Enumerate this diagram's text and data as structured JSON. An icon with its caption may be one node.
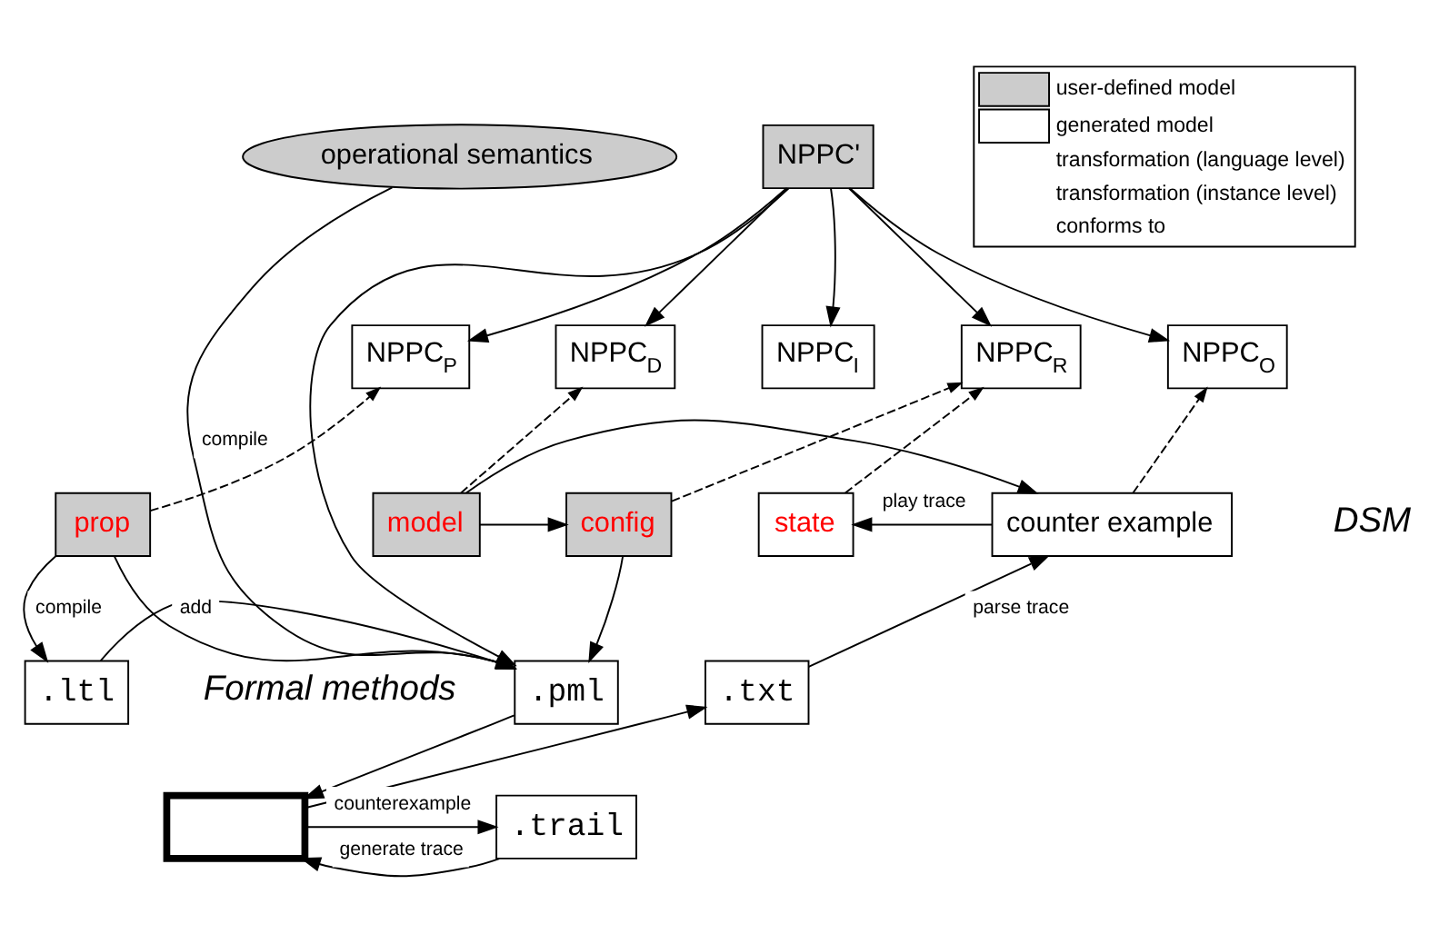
{
  "diagram": {
    "nodes": [
      {
        "text": [
          "operational semantics"
        ]
      },
      {
        "text": [
          "NPPC'"
        ]
      },
      {
        "text": [
          "NPPC$_{P}$"
        ]
      },
      {
        "text": [
          "NPPC$_{D}$"
        ]
      },
      {
        "text": [
          "NPPC$_{I}$"
        ]
      },
      {
        "text": [
          "NPPC$_{R}$"
        ]
      },
      {
        "text": [
          "NPPC$_{O}$"
        ]
      },
      {
        "text": [
          "prop"
        ]
      },
      {
        "text": [
          "model"
        ]
      },
      {
        "text": [
          "config"
        ]
      },
      {
        "text": [
          "state"
        ]
      },
      {
        "text": [
          "counter example"
        ]
      },
      {
        "text": [
          ".ltl"
        ]
      },
      {
        "text": [
          ".pml"
        ]
      },
      {
        "text": [],
        "shape": "box"
      },
      {
        "text": [
          ".txt"
        ]
      },
      {
        "text": [
          ".trail"
        ]
      }
    ],
    "edges": [
      {
        "from": 1,
        "to": 2,
        "arrow": "to"
      },
      {
        "from": 1,
        "to": 3,
        "arrow": "to"
      },
      {
        "from": 1,
        "to": 4,
        "arrow": "to"
      },
      {
        "from": 1,
        "to": 5,
        "arrow": "to"
      },
      {
        "from": 1,
        "to": 6,
        "arrow": "to"
      },
      {
        "from": 7,
        "to": 2,
        "arrow": "to",
        "style": "dashed"
      },
      {
        "from": 8,
        "to": 3,
        "arrow": "to",
        "style": "dashed"
      },
      {
        "from": 9,
        "to": 5,
        "arrow": "to",
        "style": "dashed"
      },
      {
        "from": 10,
        "to": 5,
        "arrow": "to",
        "style": "dashed"
      },
      {
        "from": 11,
        "to": 6,
        "arrow": "to",
        "style": "dashed"
      },
      {
        "from": 8,
        "to": 9,
        "arrow": "to"
      },
      {
        "from": 11,
        "to": 10,
        "label": "play trace",
        "arrow": "to"
      },
      {
        "from": 8,
        "to": 11,
        "arrow": "to"
      },
      {
        "from": 7,
        "to": 12,
        "label": "compile",
        "arrow": "to"
      },
      {
        "from": 7,
        "to": 13,
        "arrow": "to"
      },
      {
        "from": 0,
        "to": 13,
        "label": "compile",
        "arrow": "to"
      },
      {
        "from": 1,
        "to": 13,
        "arrow": "to"
      },
      {
        "from": 9,
        "to": 13,
        "arrow": "to"
      },
      {
        "from": 12,
        "to": 13,
        "label": "add",
        "arrow": "to"
      },
      {
        "from": 13,
        "to": 14,
        "arrow": "to"
      },
      {
        "from": 14,
        "to": 15,
        "arrow": "to"
      },
      {
        "from": 16,
        "to": 14,
        "label": "generate trace",
        "arrow": "to"
      },
      {
        "from": 14,
        "to": 16,
        "label": "counterexample",
        "arrow": "to"
      },
      {
        "from": 15,
        "to": 11,
        "label": "parse trace",
        "arrow": "to"
      }
    ],
    "labels": [
      "DSM",
      "Formal methods"
    ],
    "legend": [
      {
        "text": "user-defined model",
        "color": "#cccccc"
      },
      {
        "text": "generated model",
        "color": "#ffffff"
      },
      {
        "text": "transformation (language level)"
      },
      {
        "text": "transformation (instance level)"
      },
      {
        "text": "conforms to"
      }
    ]
  }
}
